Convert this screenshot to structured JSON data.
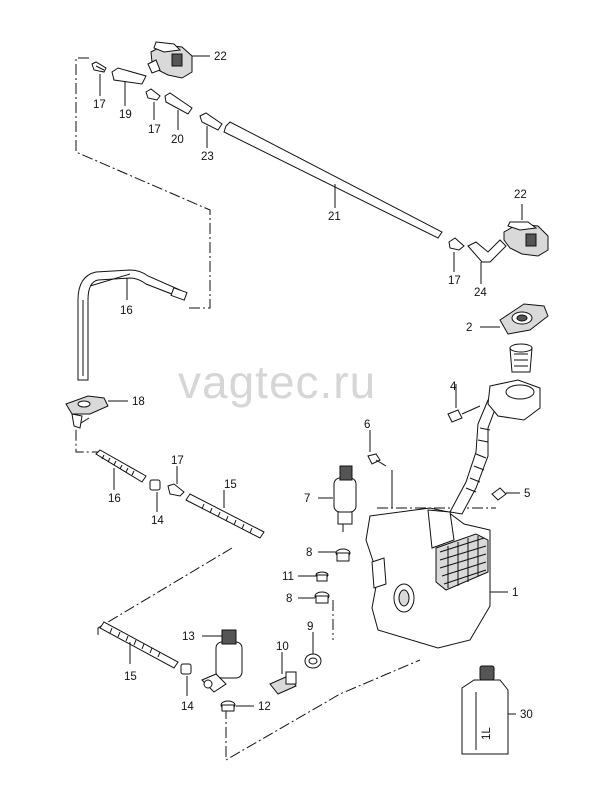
{
  "watermark": "vagtec.ru",
  "labels": {
    "l1": "1",
    "l2": "2",
    "l4": "4",
    "l5": "5",
    "l6": "6",
    "l7": "7",
    "l8a": "8",
    "l8b": "8",
    "l9": "9",
    "l10": "10",
    "l11": "11",
    "l12": "12",
    "l13": "13",
    "l14a": "14",
    "l14b": "14",
    "l15a": "15",
    "l15b": "15",
    "l16a": "16",
    "l16b": "16",
    "l17a": "17",
    "l17b": "17",
    "l17c": "17",
    "l17d": "17",
    "l18": "18",
    "l19": "19",
    "l20": "20",
    "l21": "21",
    "l22a": "22",
    "l22b": "22",
    "l23": "23",
    "l24": "24",
    "l30": "30"
  },
  "bottle": {
    "capacity": "1L"
  }
}
